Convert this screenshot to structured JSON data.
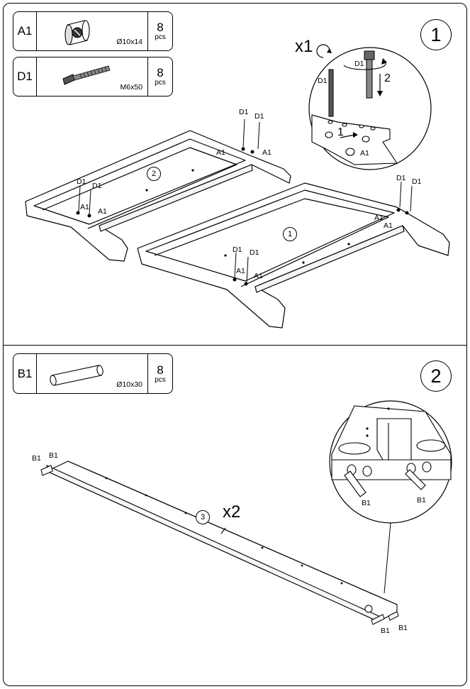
{
  "steps": [
    {
      "number": "1",
      "parts": [
        {
          "code": "A1",
          "size": "Ø10x14",
          "qty": "8",
          "unit": "pcs",
          "icon": "cam-lock-nut-icon"
        },
        {
          "code": "D1",
          "size": "M6x50",
          "qty": "8",
          "unit": "pcs",
          "icon": "bolt-icon"
        }
      ],
      "multiplier": "x1",
      "detail_labels": {
        "d1_left": "D1",
        "d1_right": "D1",
        "arrow_1": "1",
        "arrow_2": "2",
        "a1": "A1"
      },
      "panels": [
        {
          "number": "2",
          "labels": [
            "D1",
            "D1",
            "A1",
            "A1",
            "D1",
            "D1",
            "A1",
            "A1"
          ]
        },
        {
          "number": "1",
          "labels": [
            "D1",
            "D1",
            "A1",
            "A1",
            "D1",
            "D1",
            "A1",
            "A1"
          ]
        }
      ]
    },
    {
      "number": "2",
      "parts": [
        {
          "code": "B1",
          "size": "Ø10x30",
          "qty": "8",
          "unit": "pcs",
          "icon": "wooden-dowel-icon"
        }
      ],
      "multiplier": "x2",
      "rail_number": "3",
      "detail_labels": {
        "b1_left": "B1",
        "b1_right": "B1"
      },
      "rail_labels": {
        "b1_a": "B1",
        "b1_b": "B1",
        "b1_c": "B1",
        "b1_d": "B1"
      }
    }
  ]
}
